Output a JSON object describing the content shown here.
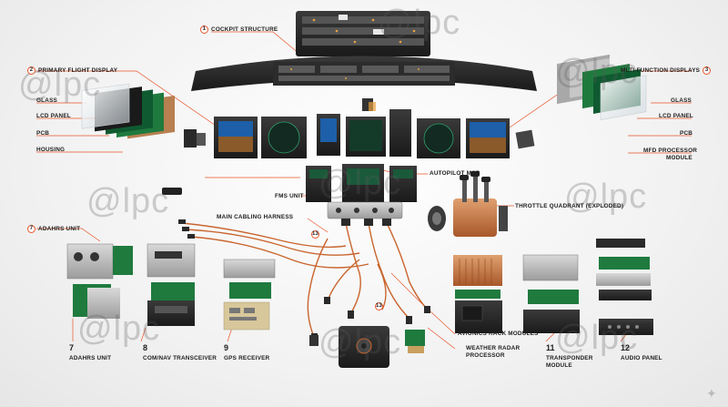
{
  "callouts": {
    "cockpit_structure": {
      "num": "1",
      "text": "COCKPIT STRUCTURE"
    },
    "primary_flight_display": {
      "num": "2",
      "text": "PRIMARY FLIGHT DISPLAY"
    },
    "multi_function_displays": {
      "num": "3",
      "text": "MLTI-FUNCTION DISPLAYS"
    },
    "adahrs_top": {
      "num": "7",
      "text": "ADAHRS UNIT"
    },
    "harness_num": {
      "num": "13"
    },
    "lower_num": {
      "num": "13"
    }
  },
  "left_labels": [
    "GLASS",
    "LCD PANEL",
    "PCB",
    "HOUSING"
  ],
  "right_labels": [
    "GLASS",
    "LCD PANEL",
    "PCB",
    "MFD PROCESSOR",
    "MODULE"
  ],
  "center_labels": {
    "autopilot": "AUTOPILOT MCP",
    "fms": "FMS UNIT",
    "harness": "MAIN CABLING HARNESS",
    "throttle": "THROTTLE QUADRANT (EXPLODED)",
    "avionics": "AVIONICS RACK MODULES",
    "weather1": "WEATHER RADAR",
    "weather2": "PROCESSOR"
  },
  "bottom_items": [
    {
      "num": "7",
      "text": "ADAHRS UNIT"
    },
    {
      "num": "8",
      "text": "COM/NAV TRANSCEIVER"
    },
    {
      "num": "9",
      "text": "GPS RECEIVER"
    },
    {
      "num": "11",
      "text": "TRANSPONDER",
      "text2": "MODULE"
    },
    {
      "num": "12",
      "text": "AUDIO PANEL"
    }
  ],
  "watermark": "@lpc",
  "colors": {
    "accent": "#e8552a",
    "cable": "#c9652e",
    "dark": "#2a2a2a",
    "screen_blue": "#1d5fa8",
    "screen_green": "#1f8a5a"
  }
}
